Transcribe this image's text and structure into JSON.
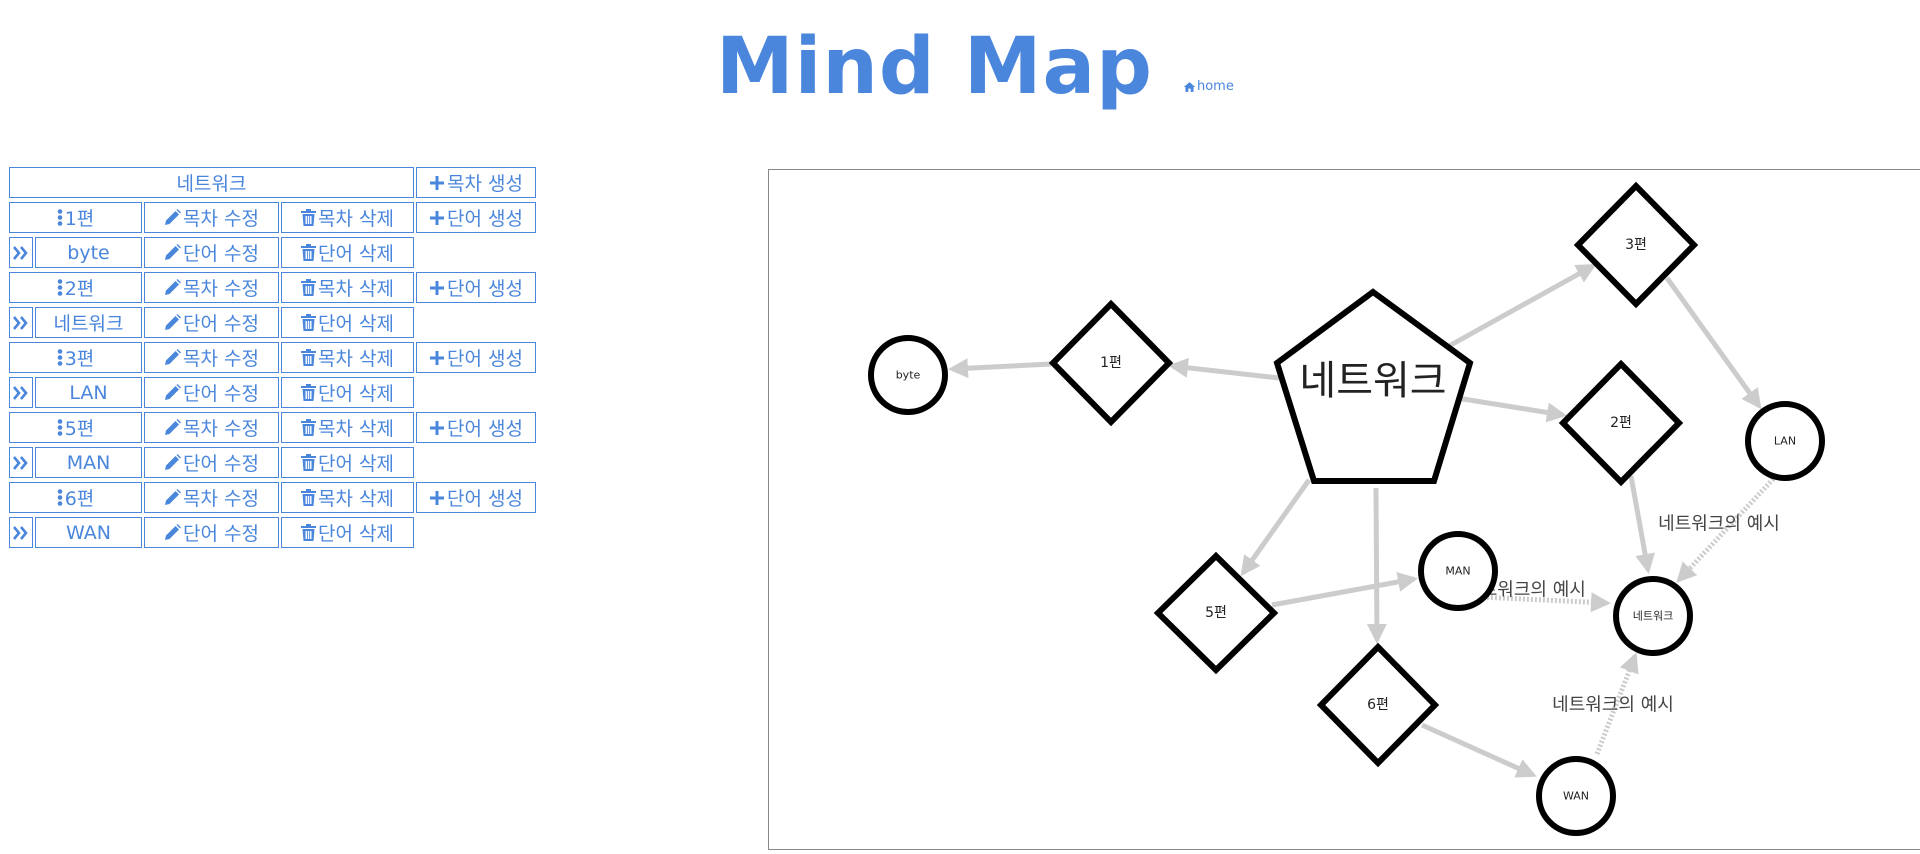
{
  "header": {
    "title": "Mind Map",
    "home_label": "home",
    "home_icon": "home-icon"
  },
  "toc": {
    "root_label": "네트워크",
    "create_toc_label": "목차 생성",
    "chapter_edit_label": "목차 수정",
    "chapter_delete_label": "목차 삭제",
    "word_create_label": "단어 생성",
    "word_edit_label": "단어 수정",
    "word_delete_label": "단어 삭제",
    "chapters": [
      {
        "label": "1편",
        "word": "byte"
      },
      {
        "label": "2편",
        "word": "네트워크"
      },
      {
        "label": "3편",
        "word": "LAN"
      },
      {
        "label": "5편",
        "word": "MAN"
      },
      {
        "label": "6편",
        "word": "WAN"
      }
    ]
  },
  "graph": {
    "nodes": {
      "root": "네트워크",
      "ch1": "1편",
      "ch2": "2편",
      "ch3": "3편",
      "ch5": "5편",
      "ch6": "6편",
      "byte": "byte",
      "lan": "LAN",
      "man": "MAN",
      "wan": "WAN",
      "net": "네트워크"
    },
    "edge_labels": {
      "lan_net": "네트워크의 예시",
      "man_net": "네트워크의 예시",
      "wan_net": "네트워크의 예시"
    }
  },
  "colors": {
    "accent": "#4a86dc",
    "edge": "#cccccc",
    "node_stroke": "#000000"
  }
}
